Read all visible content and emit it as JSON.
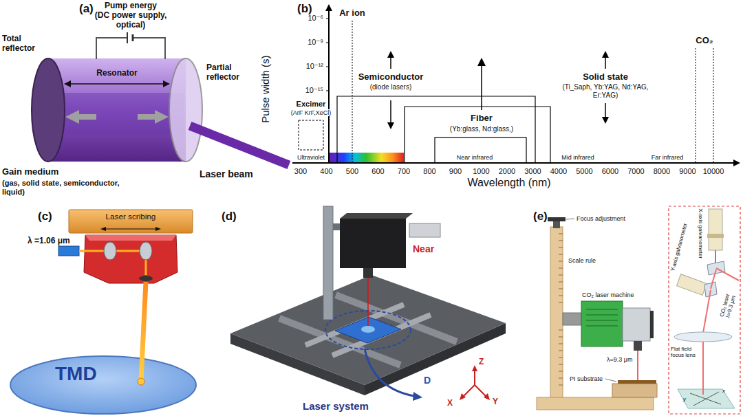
{
  "diagram": {
    "nodes": [
      {
        "text": [
          "Laser scribing"
        ]
      }
    ],
    "labels": [
      "(a)",
      "Pump energy",
      "(DC power supply, optical)",
      "Total reflector",
      "Resonator",
      "Partial reflector",
      "Gain medium",
      "(gas, solid state, semiconductor, liquid)",
      "Laser beam",
      "(b)",
      "Pulse width (s)",
      "10⁻⁶",
      "10⁻⁹",
      "10⁻¹²",
      "10⁻¹⁵",
      "Ar ion",
      "Excimer",
      "(ArF KrF,XeCl)",
      "Semiconductor",
      "(diode lasers)",
      "Solid state",
      "(Ti_Saph, Yb:YAG, Nd:YAG, Er:YAG)",
      "Fiber",
      "(Yb:glass, Nd:glass,)",
      "CO₂",
      "Ultraviolet",
      "Near infrared",
      "Mid infrared",
      "Far infrared",
      "300",
      "400",
      "500",
      "600",
      "700",
      "800",
      "900",
      "1000",
      "2000",
      "3000",
      "4000",
      "5000",
      "6000",
      "7000",
      "8000",
      "9000",
      "10000",
      "Wavelength (nm)",
      "(c)",
      "λ =1.06 μm",
      "TMD",
      "(d)",
      "Near",
      "D",
      "Laser system",
      "Z",
      "X",
      "Y",
      "(e)",
      "Focus adjustment",
      "Scale rule",
      "CO₂ laser machine",
      "λ=9.3 μm",
      "PI substrate",
      "X-axis galvanometer",
      "Y-axis galvanometer",
      "CO₂ laser λ=9.3 μm",
      "Flat field focus lens",
      "x",
      "y"
    ]
  }
}
